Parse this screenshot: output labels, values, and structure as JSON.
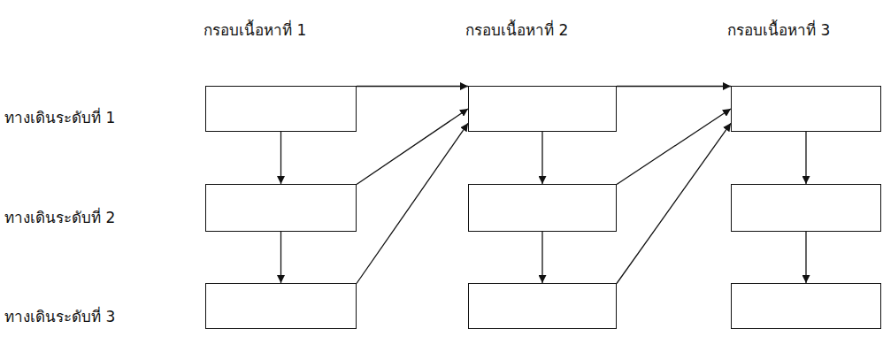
{
  "diagram": {
    "nodes": [
      {
        "text": []
      },
      {
        "text": []
      },
      {
        "text": []
      },
      {
        "text": []
      },
      {
        "text": []
      },
      {
        "text": []
      },
      {
        "text": []
      },
      {
        "text": []
      },
      {
        "text": []
      }
    ],
    "edges": [
      {
        "from": 0,
        "to": 3,
        "arrow": "to"
      },
      {
        "from": 3,
        "to": 6,
        "arrow": "to"
      },
      {
        "from": 1,
        "to": 4,
        "arrow": "to"
      },
      {
        "from": 4,
        "to": 7,
        "arrow": "to"
      },
      {
        "from": 2,
        "to": 5,
        "arrow": "to"
      },
      {
        "from": 5,
        "to": 8,
        "arrow": "to"
      },
      {
        "from": 0,
        "to": 1,
        "arrow": "to"
      },
      {
        "from": 3,
        "to": 1,
        "arrow": "to"
      },
      {
        "from": 6,
        "to": 1,
        "arrow": "to"
      },
      {
        "from": 1,
        "to": 2,
        "arrow": "to"
      },
      {
        "from": 4,
        "to": 2,
        "arrow": "to"
      },
      {
        "from": 7,
        "to": 2,
        "arrow": "to"
      }
    ],
    "labels": [
      "กรอบเนื้อหาที่ 1",
      "กรอบเนื้อหาที่ 2",
      "กรอบเนื้อหาที่ 3",
      "ทางเดินระดับที่ 1",
      "ทางเดินระดับที่ 2",
      "ทางเดินระดับที่ 3"
    ]
  }
}
